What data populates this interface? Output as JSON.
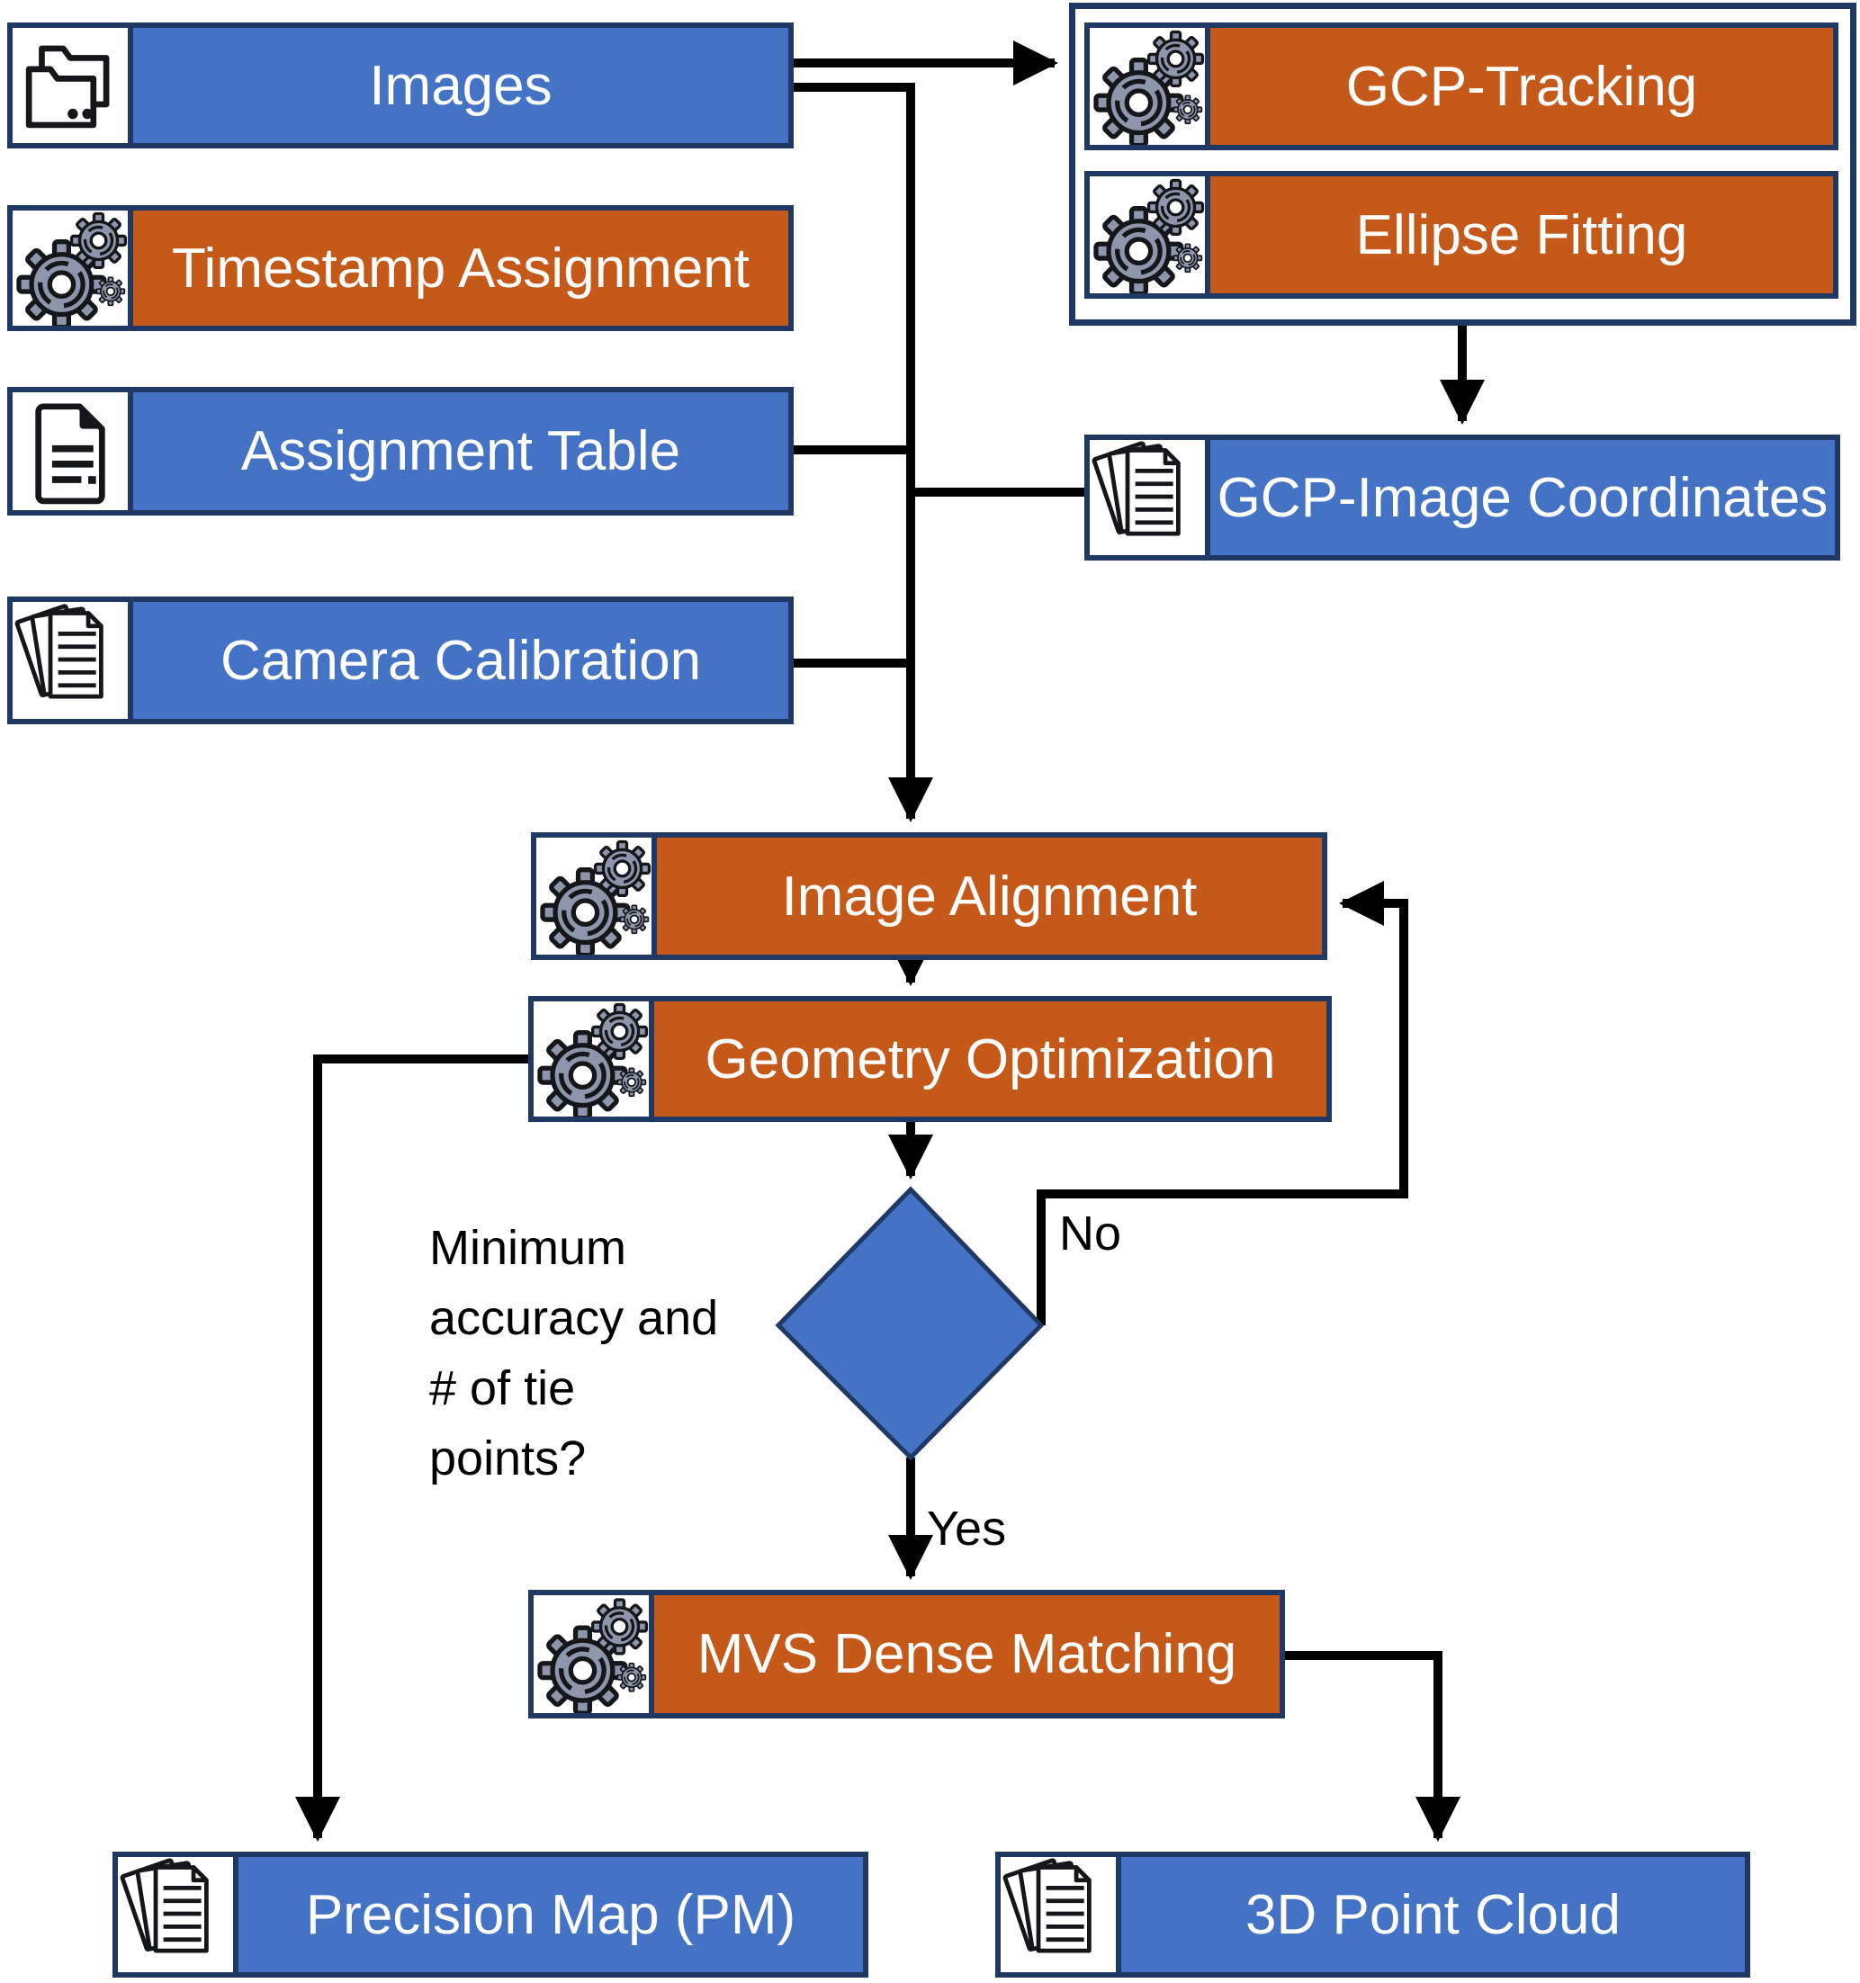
{
  "diagram_title": "Photogrammetry processing pipeline flowchart",
  "colors": {
    "data_box_blue": "#4472C4",
    "process_box_orange": "#C5591A",
    "border_navy": "#1F3864",
    "connector_black": "#000000",
    "gear_gray": "#8E96AB"
  },
  "nodes": {
    "images": {
      "label": "Images",
      "type": "data"
    },
    "timestamp_assignment": {
      "label": "Timestamp Assignment",
      "type": "process"
    },
    "assignment_table": {
      "label": "Assignment Table",
      "type": "data"
    },
    "camera_calibration": {
      "label": "Camera Calibration",
      "type": "data"
    },
    "gcp_tracking": {
      "label": "GCP-Tracking",
      "type": "process"
    },
    "ellipse_fitting": {
      "label": "Ellipse Fitting",
      "type": "process"
    },
    "gcp_image_coordinates": {
      "label": "GCP-Image Coordinates",
      "type": "data"
    },
    "image_alignment": {
      "label": "Image Alignment",
      "type": "process"
    },
    "geometry_optimization": {
      "label": "Geometry Optimization",
      "type": "process"
    },
    "mvs_dense_matching": {
      "label": "MVS Dense Matching",
      "type": "process"
    },
    "precision_map": {
      "label": "Precision Map (PM)",
      "type": "data"
    },
    "point_cloud_3d": {
      "label": "3D Point Cloud",
      "type": "data"
    }
  },
  "decision": {
    "question": "Minimum\naccuracy and\n# of tie\npoints?",
    "yes_label": "Yes",
    "no_label": "No"
  }
}
